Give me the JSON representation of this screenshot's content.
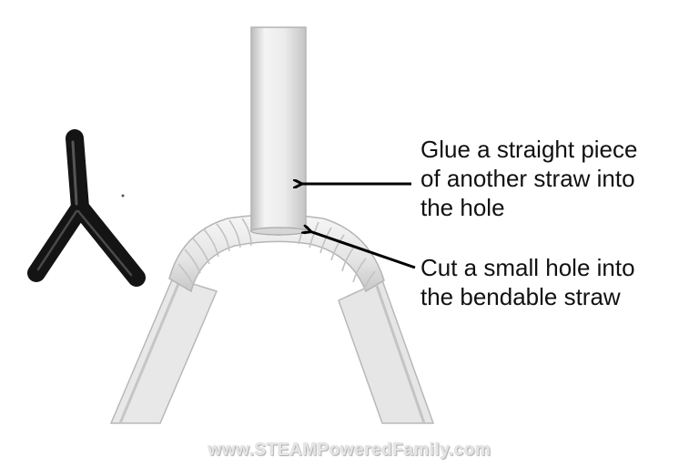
{
  "annotations": {
    "glue": {
      "lines": [
        "Glue a straight piece",
        "of another straw into",
        "the hole"
      ]
    },
    "cut": {
      "lines": [
        "Cut a small hole into",
        "the bendable straw"
      ]
    }
  },
  "watermark": "www.STEAMPoweredFamily.com",
  "colors": {
    "straw": "#e9e9e9",
    "straw_shadow": "#bdbdbd",
    "connector": "#141414",
    "arrow": "#000000",
    "text": "#111111"
  },
  "icons": {
    "y_connector": "black-y-connector-icon"
  }
}
